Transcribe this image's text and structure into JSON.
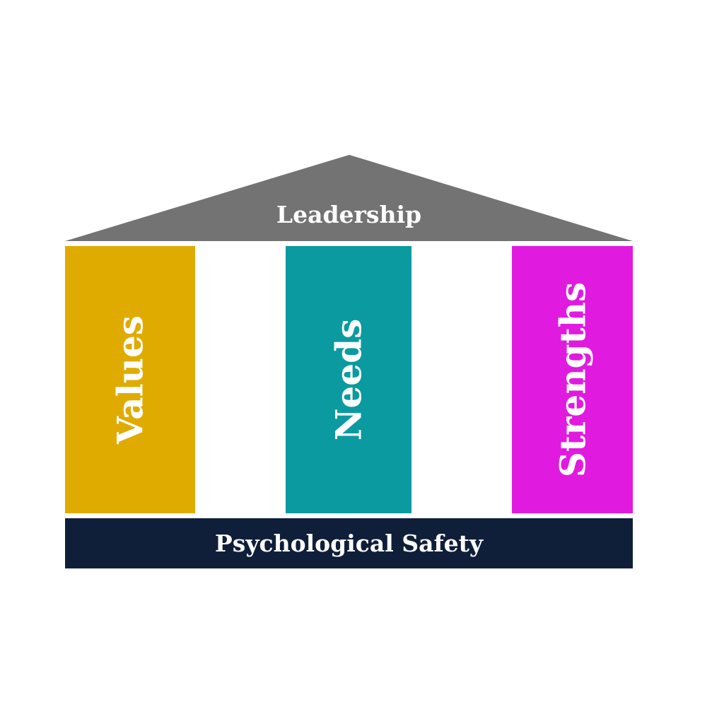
{
  "roof": {
    "label": "Leadership",
    "color": "#737373"
  },
  "pillars": [
    {
      "label": "Values",
      "color": "#e0ab00"
    },
    {
      "label": "Needs",
      "color": "#0b9a9f"
    },
    {
      "label": "Strengths",
      "color": "#e11ae0"
    }
  ],
  "base": {
    "label": "Psychological Safety",
    "color": "#0f1f3a"
  }
}
